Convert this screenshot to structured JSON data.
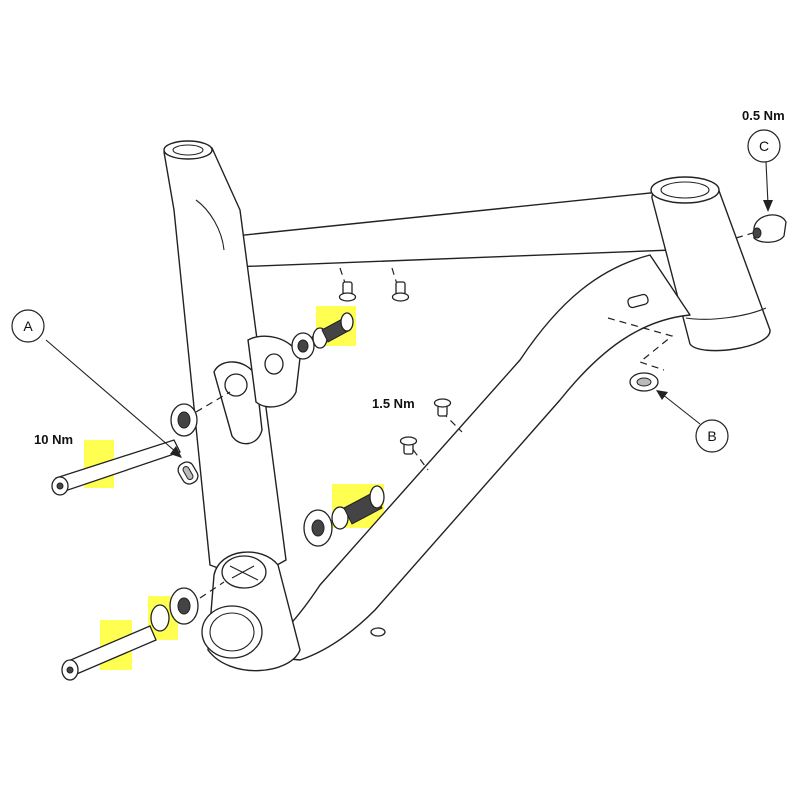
{
  "labels": {
    "torque_c": "0.5 Nm",
    "torque_mid": "1.5 Nm",
    "torque_a": "10 Nm"
  },
  "callouts": {
    "a": "A",
    "b": "B",
    "c": "C"
  },
  "colors": {
    "highlight": "#ffff33",
    "line": "#222222",
    "background": "#ffffff"
  }
}
